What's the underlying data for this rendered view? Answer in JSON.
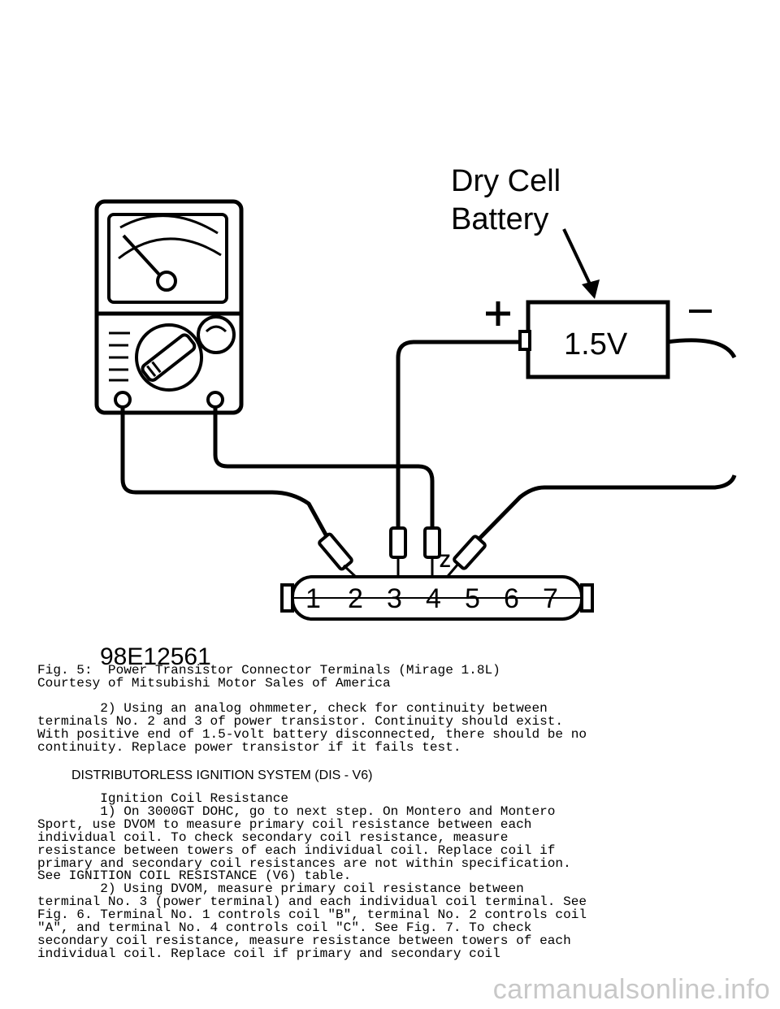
{
  "figure": {
    "callout_line1": "Dry Cell",
    "callout_line2": "Battery",
    "battery_voltage": "1.5V",
    "plus_sign": "+",
    "minus_sign": "—",
    "terminals": [
      "1",
      "2",
      "3",
      "4",
      "5",
      "6",
      "7"
    ],
    "connector_mark": "Z",
    "figure_id": "98E12561"
  },
  "caption": {
    "line1": "Fig. 5:  Power Transistor Connector Terminals (Mirage 1.8L)",
    "line2": "Courtesy of Mitsubishi Motor Sales of America"
  },
  "para1": [
    "        2) Using an analog ohmmeter, check for continuity between",
    "terminals No. 2 and 3 of power transistor. Continuity should exist.",
    "With positive end of 1.5-volt battery disconnected, there should be no",
    "continuity. Replace power transistor if it fails test."
  ],
  "section_heading": "DISTRIBUTORLESS IGNITION SYSTEM (DIS - V6)",
  "body": [
    "        Ignition Coil Resistance",
    "        1) On 3000GT DOHC, go to next step. On Montero and Montero",
    "Sport, use DVOM to measure primary coil resistance between each",
    "individual coil. To check secondary coil resistance, measure",
    "resistance between towers of each individual coil. Replace coil if",
    "primary and secondary coil resistances are not within specification.",
    "See IGNITION COIL RESISTANCE (V6) table.",
    "        2) Using DVOM, measure primary coil resistance between",
    "terminal No. 3 (power terminal) and each individual coil terminal. See",
    "Fig. 6. Terminal No. 1 controls coil \"B\", terminal No. 2 controls coil",
    "\"A\", and terminal No. 4 controls coil \"C\". See Fig. 7. To check",
    "secondary coil resistance, measure resistance between towers of each",
    "individual coil. Replace coil if primary and secondary coil"
  ],
  "watermark": "carmanualsonline.info"
}
